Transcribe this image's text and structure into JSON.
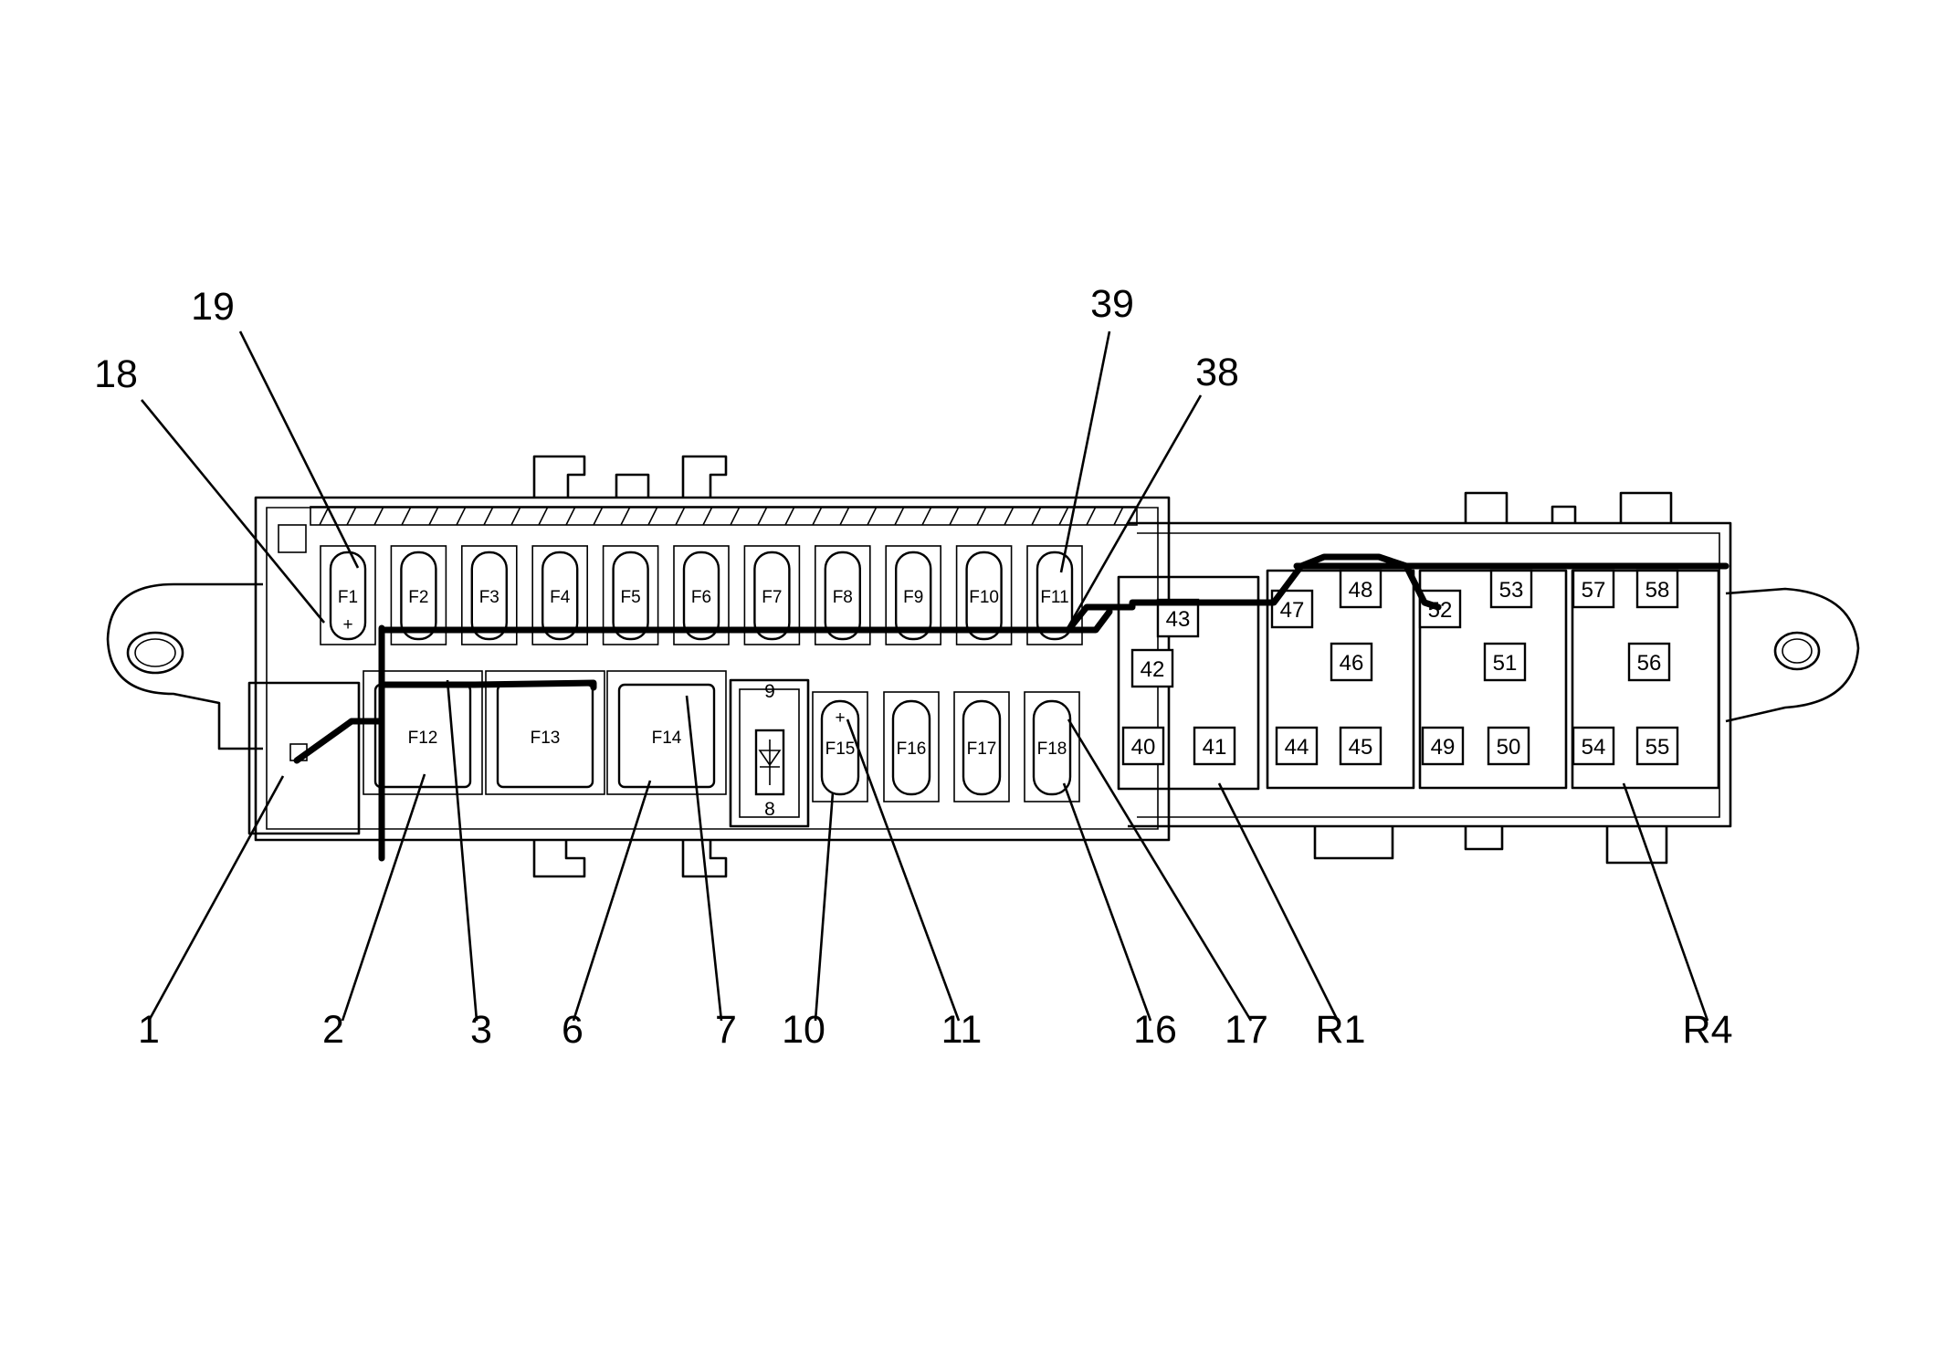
{
  "fuses_top": [
    "F1",
    "F2",
    "F3",
    "F4",
    "F5",
    "F6",
    "F7",
    "F8",
    "F9",
    "F10",
    "F11"
  ],
  "fuses_large": [
    "F12",
    "F13",
    "F14"
  ],
  "fuses_bottom": [
    "F15",
    "F16",
    "F17",
    "F18"
  ],
  "plus_sign": "+",
  "diode_block": {
    "top": "9",
    "bottom": "8"
  },
  "relay_cells": [
    "40",
    "41",
    "42",
    "43",
    "44",
    "45",
    "46",
    "47",
    "48",
    "49",
    "50",
    "51",
    "52",
    "53",
    "54",
    "55",
    "56",
    "57",
    "58"
  ],
  "callouts": [
    "1",
    "2",
    "3",
    "6",
    "7",
    "10",
    "11",
    "16",
    "17",
    "R1",
    "R4",
    "18",
    "19",
    "38",
    "39"
  ]
}
